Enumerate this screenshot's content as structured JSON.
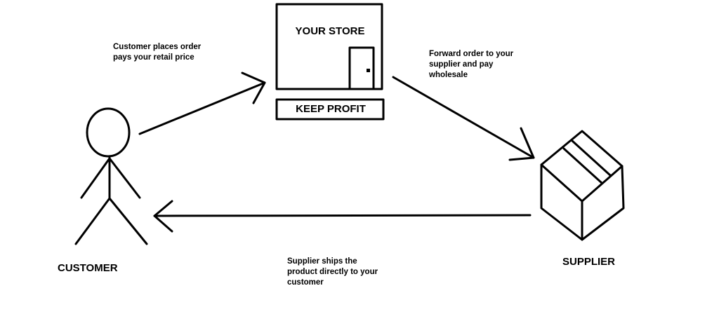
{
  "diagram": {
    "store": {
      "title": "YOUR STORE",
      "profit_label": "KEEP PROFIT"
    },
    "customer": {
      "label": "CUSTOMER"
    },
    "supplier": {
      "label": "SUPPLIER"
    },
    "steps": {
      "order": [
        "Customer places order",
        "pays your retail price"
      ],
      "forward": [
        "Forward order to your",
        "supplier and pay",
        "wholesale"
      ],
      "ship": [
        "Supplier ships the",
        "product directly to your",
        "customer"
      ]
    },
    "colors": {
      "stroke": "#000000",
      "background": "#ffffff"
    },
    "icons": {
      "customer": "stick-figure-icon",
      "store_door": "door-icon",
      "supplier": "box-icon"
    }
  }
}
